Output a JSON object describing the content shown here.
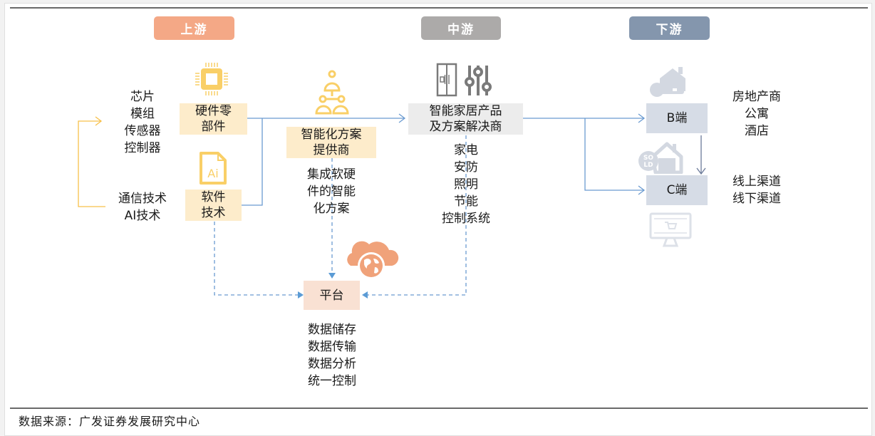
{
  "stages": {
    "upstream": {
      "label": "上游",
      "color": "#f4a886"
    },
    "midstream": {
      "label": "中游",
      "color": "#acaaa9"
    },
    "downstream": {
      "label": "下游",
      "color": "#8496ad"
    }
  },
  "upstream": {
    "hardware": {
      "line1": "硬件零",
      "line2": "部件",
      "icon": "chip-icon"
    },
    "hardware_items": [
      "芯片",
      "模组",
      "传感器",
      "控制器"
    ],
    "software": {
      "line1": "软件",
      "line2": "技术",
      "icon": "ai-file-icon"
    },
    "software_items": [
      "通信技术",
      "AI技术"
    ],
    "solution_provider": {
      "line1": "智能化方案",
      "line2": "提供商",
      "icon": "network-hierarchy-icon"
    },
    "solution_desc": [
      "集成软硬",
      "件的智能",
      "化方案"
    ]
  },
  "midstream": {
    "provider": {
      "line1": "智能家居产品",
      "line2": "及方案解决商",
      "icons": [
        "refrigerator-icon",
        "sliders-icon"
      ]
    },
    "categories": [
      "家电",
      "安防",
      "照明",
      "节能",
      "控制系统"
    ]
  },
  "platform": {
    "label": "平台",
    "icon": "cloud-globe-icon",
    "functions": [
      "数据储存",
      "数据传输",
      "数据分析",
      "统一控制"
    ]
  },
  "downstream": {
    "b_end": {
      "label": "B端",
      "icon": "house-key-icon",
      "customers": [
        "房地产商",
        "公寓",
        "酒店"
      ]
    },
    "c_end": {
      "label": "C端",
      "icon": "sold-house-icon",
      "channels": [
        "线上渠道",
        "线下渠道"
      ],
      "bottom_icon": "monitor-cart-icon"
    }
  },
  "colors": {
    "flow_line": "#6b9bd1",
    "feedback_line": "#f7c04a",
    "upstream_box": "#fdeccb",
    "midstream_box": "#ececec",
    "downstream_box": "#d6dce6",
    "platform_box": "#f9e1d3",
    "icon_yellow": "#f9cf67",
    "icon_gray": "#7a7a7a",
    "icon_light": "#d3d8e1",
    "icon_orange": "#f0a27a"
  },
  "source": "数据来源：广发证券发展研究中心"
}
